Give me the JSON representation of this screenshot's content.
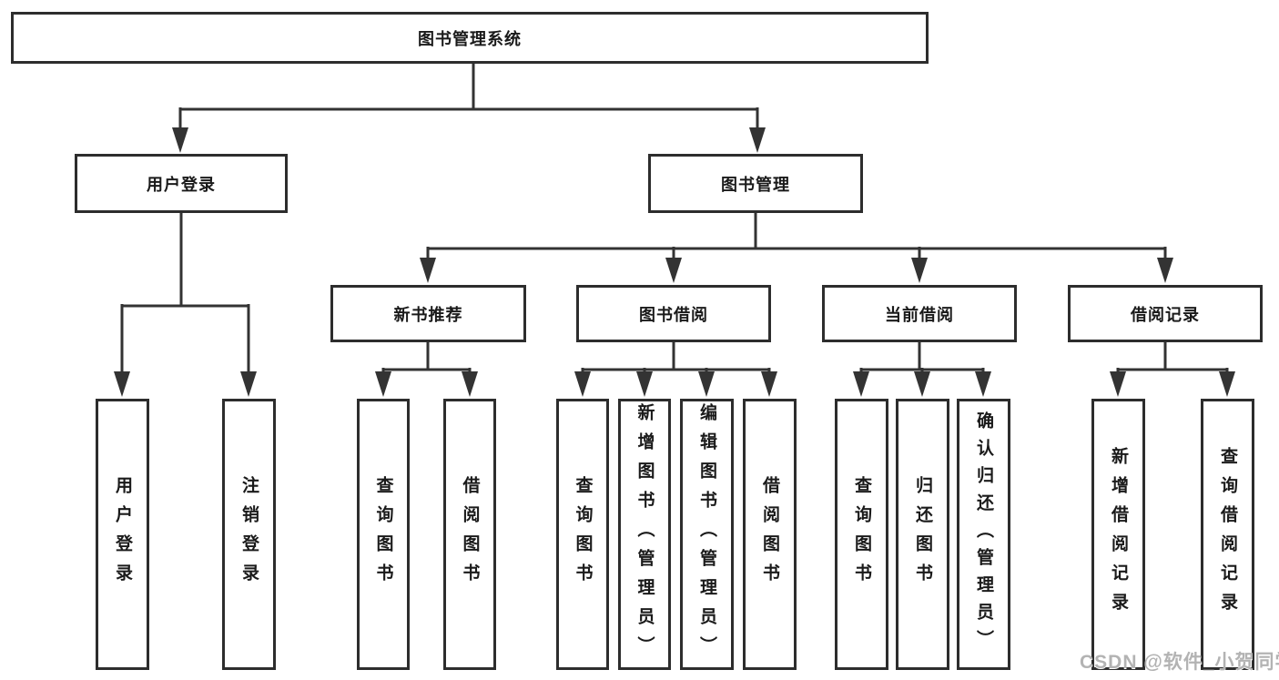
{
  "diagram": {
    "root_label": "图书管理系统",
    "branches": [
      {
        "label": "用户登录",
        "children": [
          {
            "label": "用户登录"
          },
          {
            "label": "注销登录"
          }
        ]
      },
      {
        "label": "图书管理",
        "children": [
          {
            "label": "新书推荐",
            "children": [
              {
                "label": "查询图书"
              },
              {
                "label": "借阅图书"
              }
            ]
          },
          {
            "label": "图书借阅",
            "children": [
              {
                "label": "查询图书"
              },
              {
                "label": "新增图书（管理员）"
              },
              {
                "label": "编辑图书（管理员）"
              },
              {
                "label": "借阅图书"
              }
            ]
          },
          {
            "label": "当前借阅",
            "children": [
              {
                "label": "查询图书"
              },
              {
                "label": "归还图书"
              },
              {
                "label": "确认归还（管理员）"
              }
            ]
          },
          {
            "label": "借阅记录",
            "children": [
              {
                "label": "新增借阅记录"
              },
              {
                "label": "查询借阅记录"
              }
            ]
          }
        ]
      }
    ]
  },
  "watermark": {
    "text": "CSDN @软件_小贺同学"
  },
  "colors": {
    "line": "#333333",
    "border": "#2d2d2d",
    "text": "#1a1a1a",
    "watermark": "#b3b3b3",
    "background": "#ffffff"
  }
}
